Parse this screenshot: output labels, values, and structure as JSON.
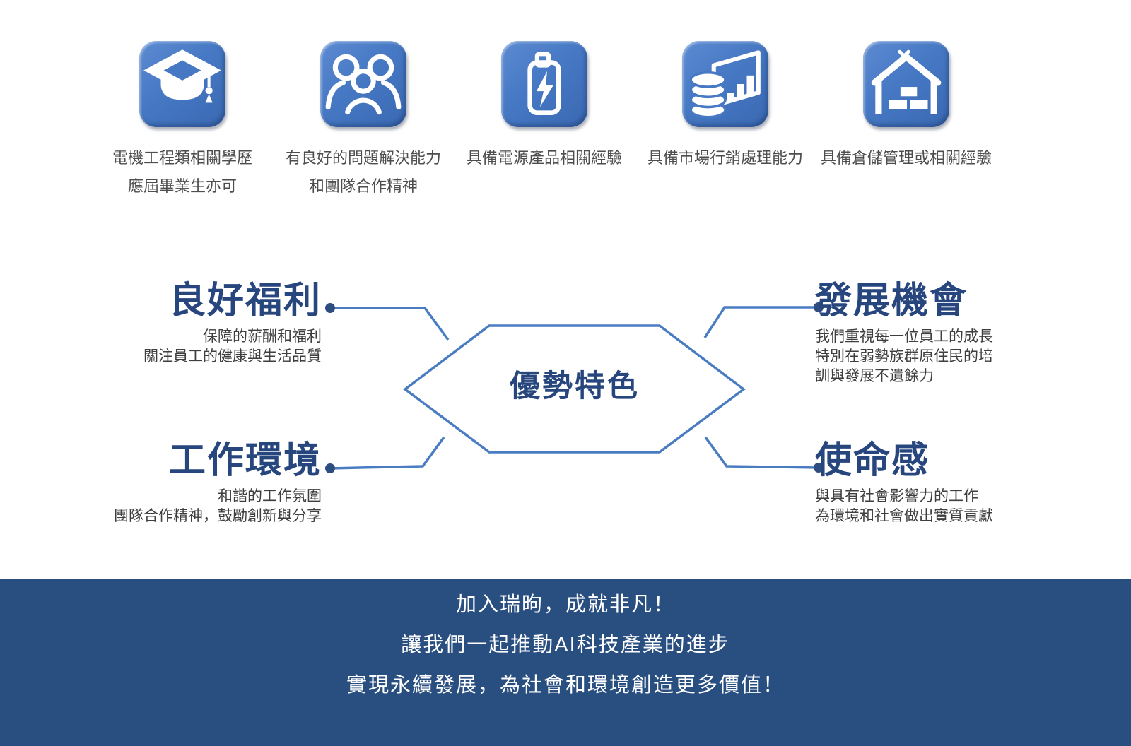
{
  "requirements": {
    "items": [
      {
        "icon": "graduation-cap",
        "lines": [
          "電機工程類相關學歷",
          "應屆畢業生亦可"
        ]
      },
      {
        "icon": "team",
        "lines": [
          "有良好的問題解決能力",
          "和團隊合作精神"
        ]
      },
      {
        "icon": "battery-power",
        "lines": [
          "具備電源產品相關經驗"
        ]
      },
      {
        "icon": "marketing-chart",
        "lines": [
          "具備市場行銷處理能力"
        ]
      },
      {
        "icon": "warehouse",
        "lines": [
          "具備倉儲管理或相關經驗"
        ]
      }
    ]
  },
  "diagram": {
    "center_label": "優勢特色",
    "branches": {
      "top_left": {
        "title": "良好福利",
        "lines": [
          "保障的薪酬和福利",
          "關注員工的健康與生活品質"
        ]
      },
      "bottom_left": {
        "title": "工作環境",
        "lines": [
          "和諧的工作氛圍",
          "團隊合作精神，鼓勵創新與分享"
        ]
      },
      "top_right": {
        "title": "發展機會",
        "lines": [
          "我們重視每一位員工的成長",
          "特別在弱勢族群原住民的培",
          "訓與發展不遺餘力"
        ]
      },
      "bottom_right": {
        "title": "使命感",
        "lines": [
          "與具有社會影響力的工作",
          "為環境和社會做出實質貢獻"
        ]
      }
    }
  },
  "footer": {
    "lines": [
      "加入瑞昫，成就非凡！",
      "讓我們一起推動AI科技產業的進步",
      "實現永續發展，為社會和環境創造更多價值！"
    ]
  },
  "colors": {
    "icon_blue": "#4678c4",
    "line_blue": "#4a7cc2",
    "dot_navy": "#2d4d80",
    "title_navy": "#27467e",
    "footer_bg": "#294e80",
    "caption_gray": "#4d4d4d"
  }
}
